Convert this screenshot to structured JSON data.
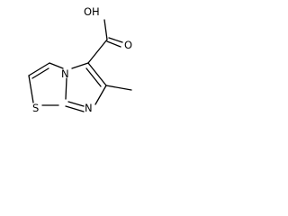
{
  "molecule": {
    "atoms": {
      "oh": "OH",
      "o": "O",
      "n_bridge": "N",
      "n_ring": "N",
      "s": "S"
    }
  }
}
